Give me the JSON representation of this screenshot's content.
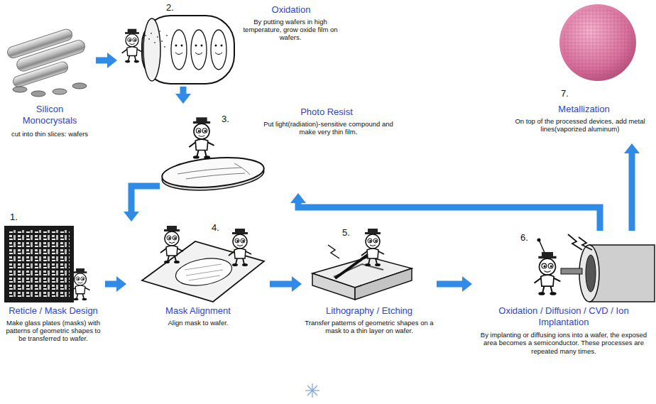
{
  "diagram": {
    "nodes": [
      {
        "text": [
          "Silicon Monocrystals",
          "cut into thin slices: wafers"
        ]
      },
      {
        "text": [
          "2.",
          "Oxidation",
          "By putting wafers in high temperature, grow oxide film on wafers."
        ]
      },
      {
        "text": [
          "3.",
          "Photo Resist",
          "Put light(radiation)-sensitive compound and make very thin film."
        ]
      },
      {
        "text": [
          "1.",
          "Reticle / Mask Design",
          "Make glass plates (masks) with patterns of geometric shapes to be transferred to wafer."
        ]
      },
      {
        "text": [
          "4.",
          "Mask Alignment",
          "Align mask to wafer."
        ]
      },
      {
        "text": [
          "5.",
          "Lithography / Etching",
          "Transfer patterns of geometric shapes on a mask to a thin layer on wafer."
        ]
      },
      {
        "text": [
          "6.",
          "Oxidation / Diffusion / CVD / Ion Implantation",
          "By implanting or diffusing ions into a wafer, the exposed area becomes a semiconductor. These processes are repeated many times."
        ]
      },
      {
        "text": [
          "7.",
          "Metallization",
          "On top of the processed devices, add metal lines(vaporized aluminum)"
        ]
      }
    ],
    "edges": [
      {
        "from": 0,
        "to": 1,
        "arrow": "to"
      },
      {
        "from": 1,
        "to": 2,
        "arrow": "to"
      },
      {
        "from": 2,
        "to": 4,
        "arrow": "to"
      },
      {
        "from": 3,
        "to": 4,
        "arrow": "to"
      },
      {
        "from": 4,
        "to": 5,
        "arrow": "to"
      },
      {
        "from": 5,
        "to": 6,
        "arrow": "to"
      },
      {
        "from": 6,
        "to": 2,
        "arrow": "to"
      },
      {
        "from": 6,
        "to": 7,
        "arrow": "to"
      }
    ]
  }
}
